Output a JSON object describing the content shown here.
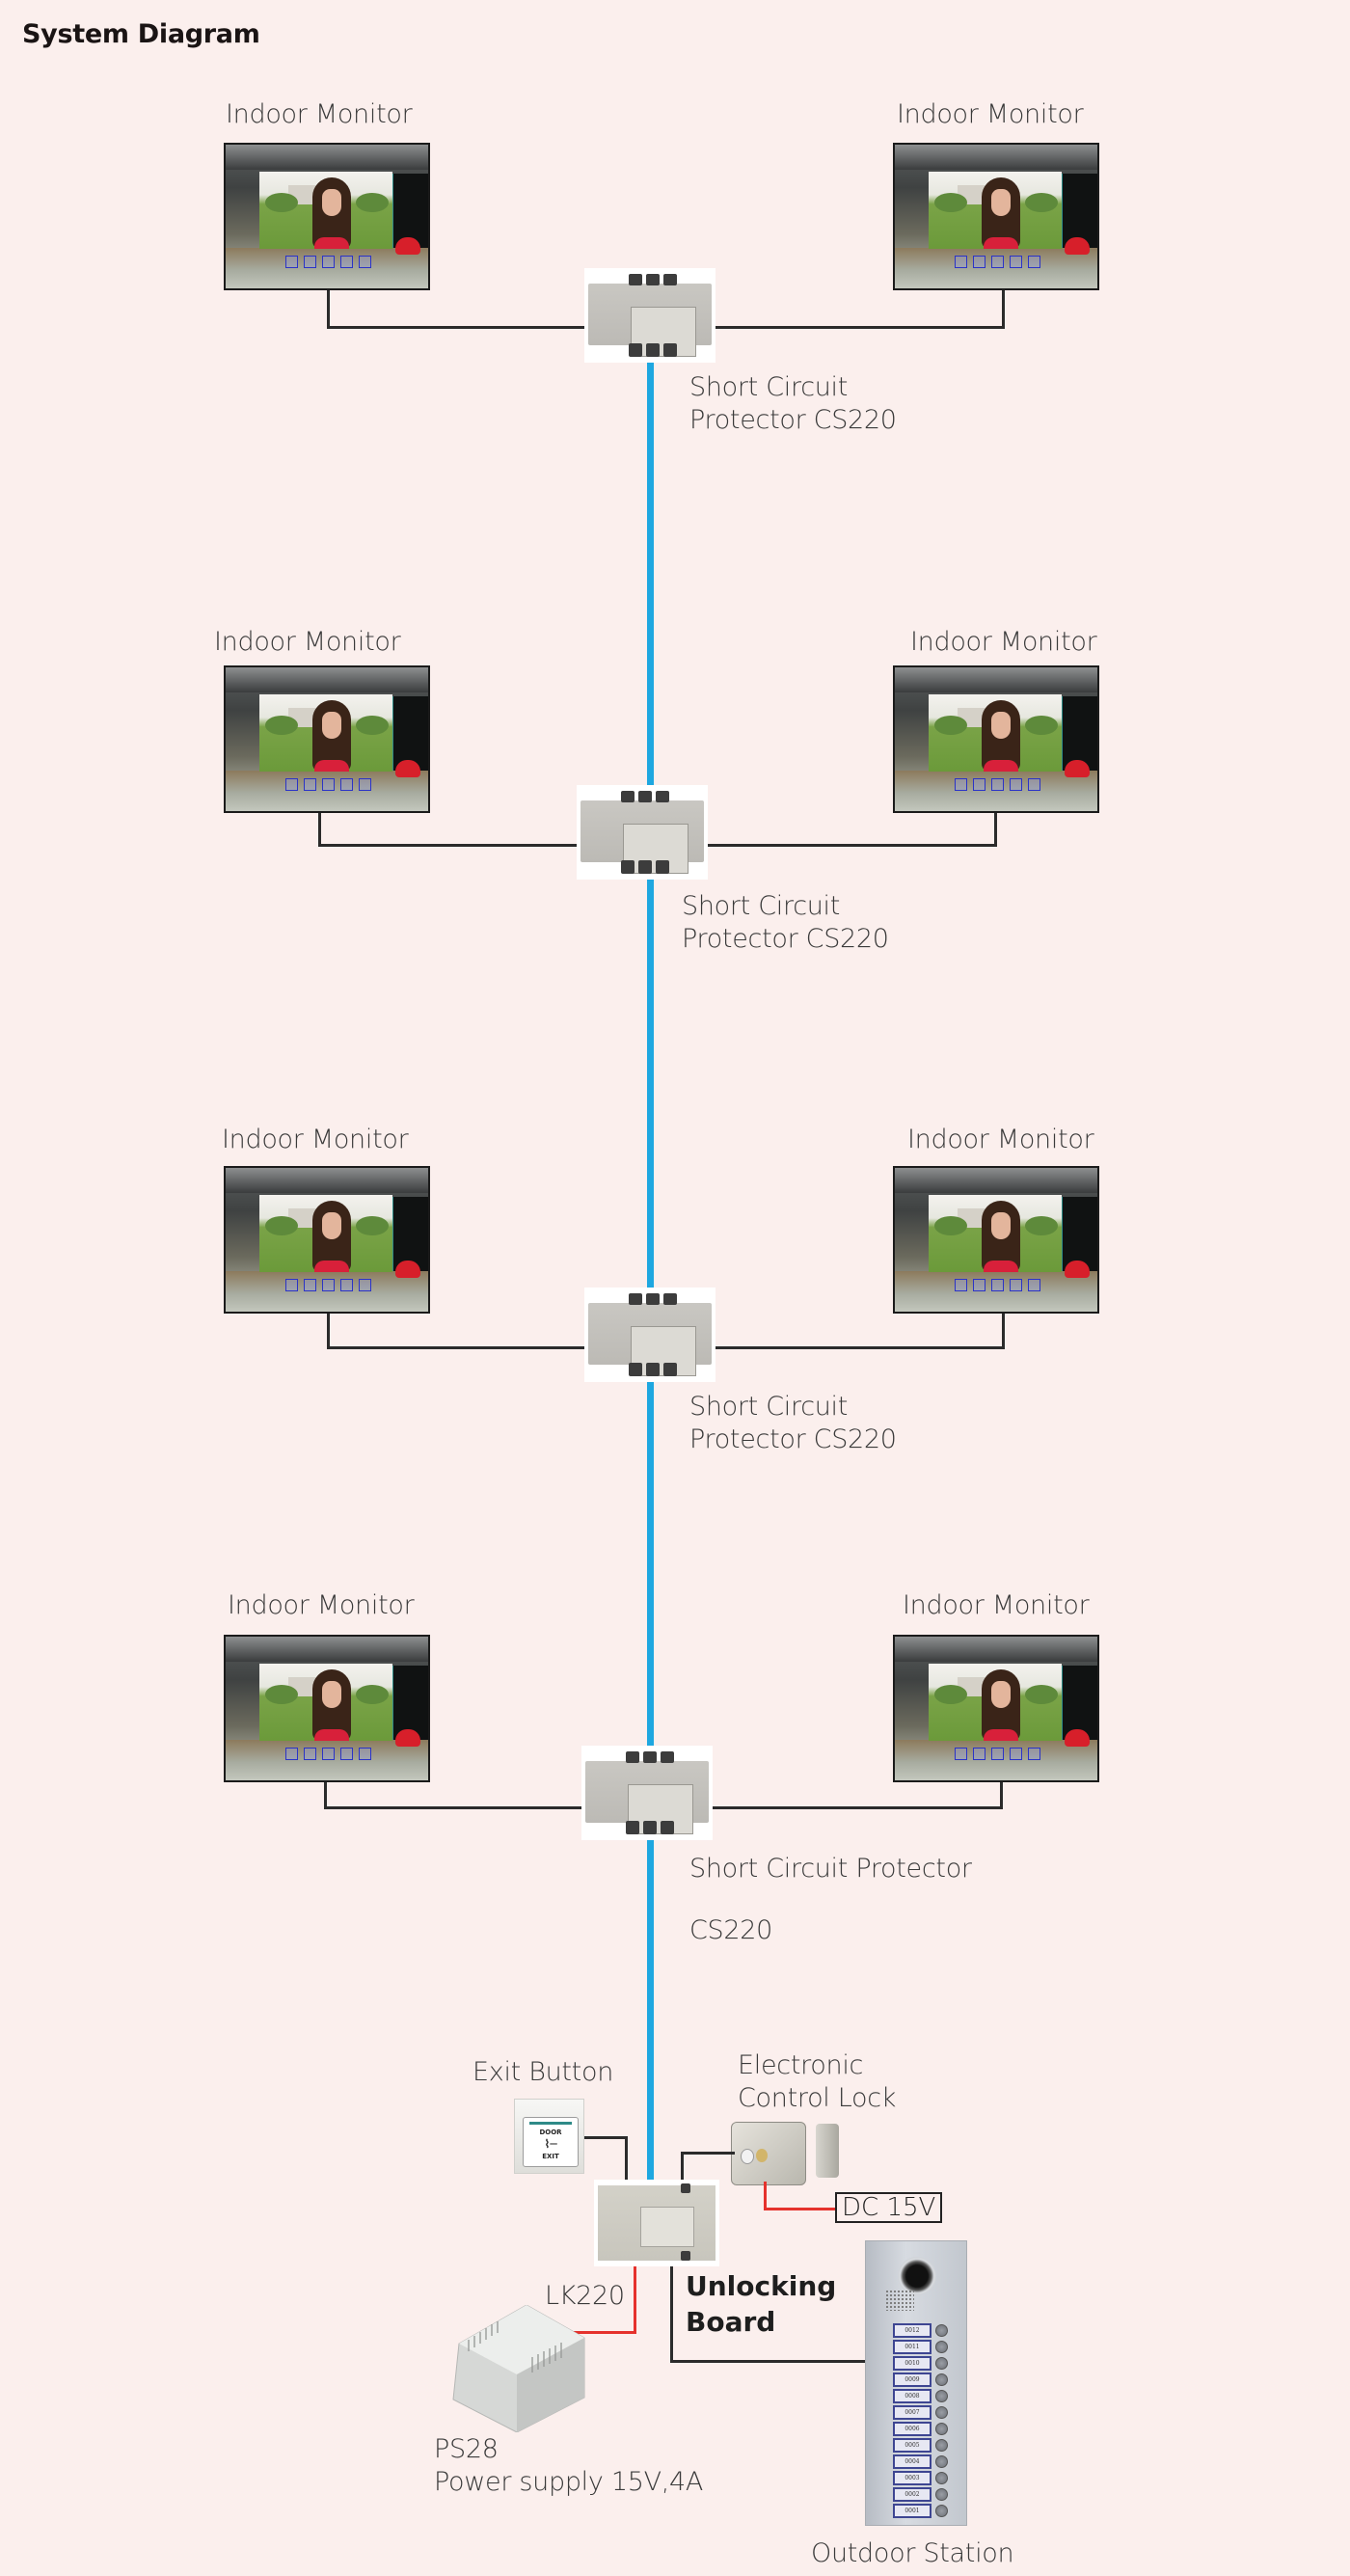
{
  "title": "System Diagram",
  "floors": [
    {
      "left_monitor_label": "Indoor Monitor",
      "right_monitor_label": "Indoor Monitor",
      "protector_label_line1": "Short Circuit",
      "protector_label_line2": "Protector  CS220"
    },
    {
      "left_monitor_label": "Indoor Monitor",
      "right_monitor_label": "Indoor Monitor",
      "protector_label_line1": "Short Circuit",
      "protector_label_line2": "Protector  CS220"
    },
    {
      "left_monitor_label": "Indoor Monitor",
      "right_monitor_label": "Indoor Monitor",
      "protector_label_line1": "Short Circuit",
      "protector_label_line2": "Protector  CS220"
    },
    {
      "left_monitor_label": "Indoor Monitor",
      "right_monitor_label": "Indoor Monitor",
      "protector_label_line1": "Short Circuit Protector",
      "protector_label_line2": "CS220"
    }
  ],
  "entrance": {
    "exit_button_label": "Exit Button",
    "exit_button_text_top": "DOOR",
    "exit_button_text_bottom": "EXIT",
    "lock_label_line1": "Electronic",
    "lock_label_line2": "Control Lock",
    "lock_power": "DC 15V",
    "unlocking_board_model": "LK220",
    "unlocking_board_line1": "Unlocking",
    "unlocking_board_line2": "Board",
    "psu_model": "PS28",
    "psu_spec": "Power supply 15V,4A",
    "outdoor_station_label": "Outdoor Station",
    "outdoor_buttons": [
      "0012",
      "0011",
      "0010",
      "0009",
      "0008",
      "0007",
      "0006",
      "0005",
      "0004",
      "0003",
      "0002",
      "0001"
    ]
  },
  "colors": {
    "background": "#fbefed",
    "bus_wire": "#1ea7e0",
    "signal_wire": "#2b2b2b",
    "power_wire": "#e5322d"
  }
}
